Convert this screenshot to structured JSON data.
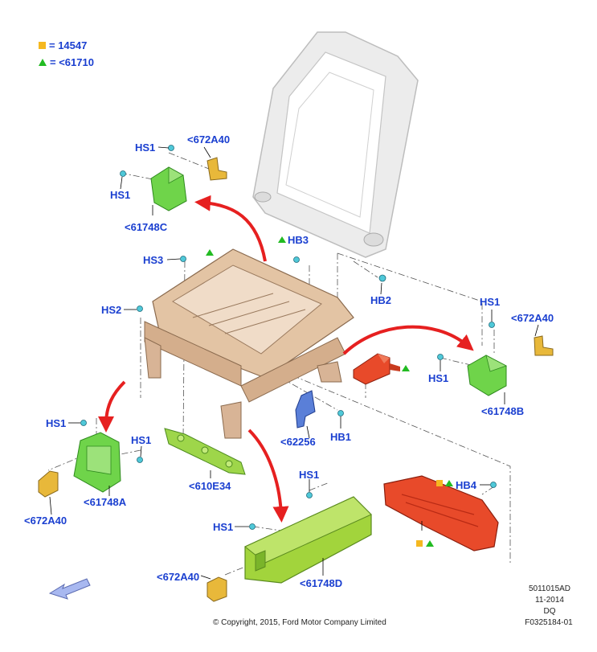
{
  "legend": [
    {
      "symbol": "square",
      "color": "#f5b820",
      "text": "= 14547"
    },
    {
      "symbol": "triangle",
      "color": "#22bb22",
      "text": "= <61710"
    }
  ],
  "labels": {
    "hs1_a": "HS1",
    "c672a40_a": "<672A40",
    "hs1_b": "HS1",
    "c61748c": "<61748C",
    "hb3": "HB3",
    "hs3": "HS3",
    "hs2": "HS2",
    "hb2": "HB2",
    "hs1_c": "HS1",
    "c672a40_b": "<672A40",
    "hs1_d": "HS1",
    "c61748b": "<61748B",
    "hs1_e": "HS1",
    "hs1_f": "HS1",
    "c61748a": "<61748A",
    "c672a40_c": "<672A40",
    "c62256": "<62256",
    "hb1": "HB1",
    "c610e34": "<610E34",
    "hs1_g": "HS1",
    "hb4": "HB4",
    "hs1_h": "HS1",
    "c672a40_d": "<672A40",
    "c61748d": "<61748D"
  },
  "colors": {
    "label": "#1a3fd0",
    "frame": "#d8b99a",
    "backrest": "#e6e6e6",
    "green": "#6fd44a",
    "orange_red": "#e84a2a",
    "yellow": "#e8b83a",
    "arrow": "#e62020",
    "fastener": "#4fc8d8",
    "blue_part": "#5a7fd8"
  },
  "footer": {
    "copyright": "© Copyright, 2015, Ford Motor Company Limited",
    "code": "5011015AD",
    "date": "11-2014",
    "dq": "DQ",
    "figure": "F0325184-01"
  }
}
